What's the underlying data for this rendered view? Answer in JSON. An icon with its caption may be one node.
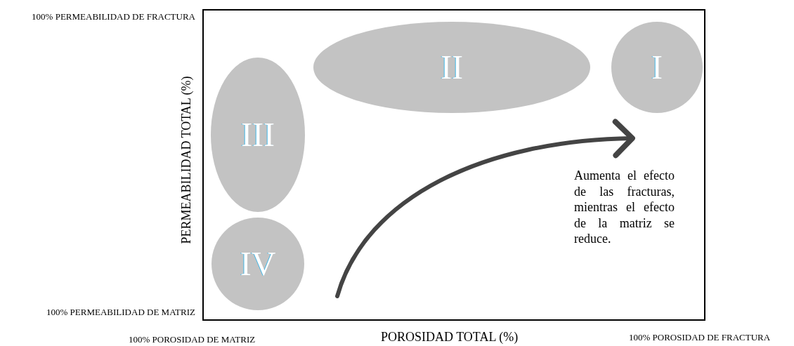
{
  "diagram": {
    "nodes": [
      {
        "text": [
          "II"
        ]
      },
      {
        "text": [
          "I"
        ]
      },
      {
        "text": [
          "III"
        ]
      },
      {
        "text": [
          "IV"
        ]
      }
    ],
    "labels": [
      "100% PERMEABILIDAD DE FRACTURA",
      "PERMEABILIDAD TOTAL (%)",
      "Aumenta el efecto de las fracturas, mientras el efecto de la matriz se reduce.",
      "100% PERMEABILIDAD DE MATRIZ",
      "100% POROSIDAD DE MATRIZ",
      "POROSIDAD TOTAL (%)",
      "100% POROSIDAD DE FRACTURA"
    ]
  }
}
